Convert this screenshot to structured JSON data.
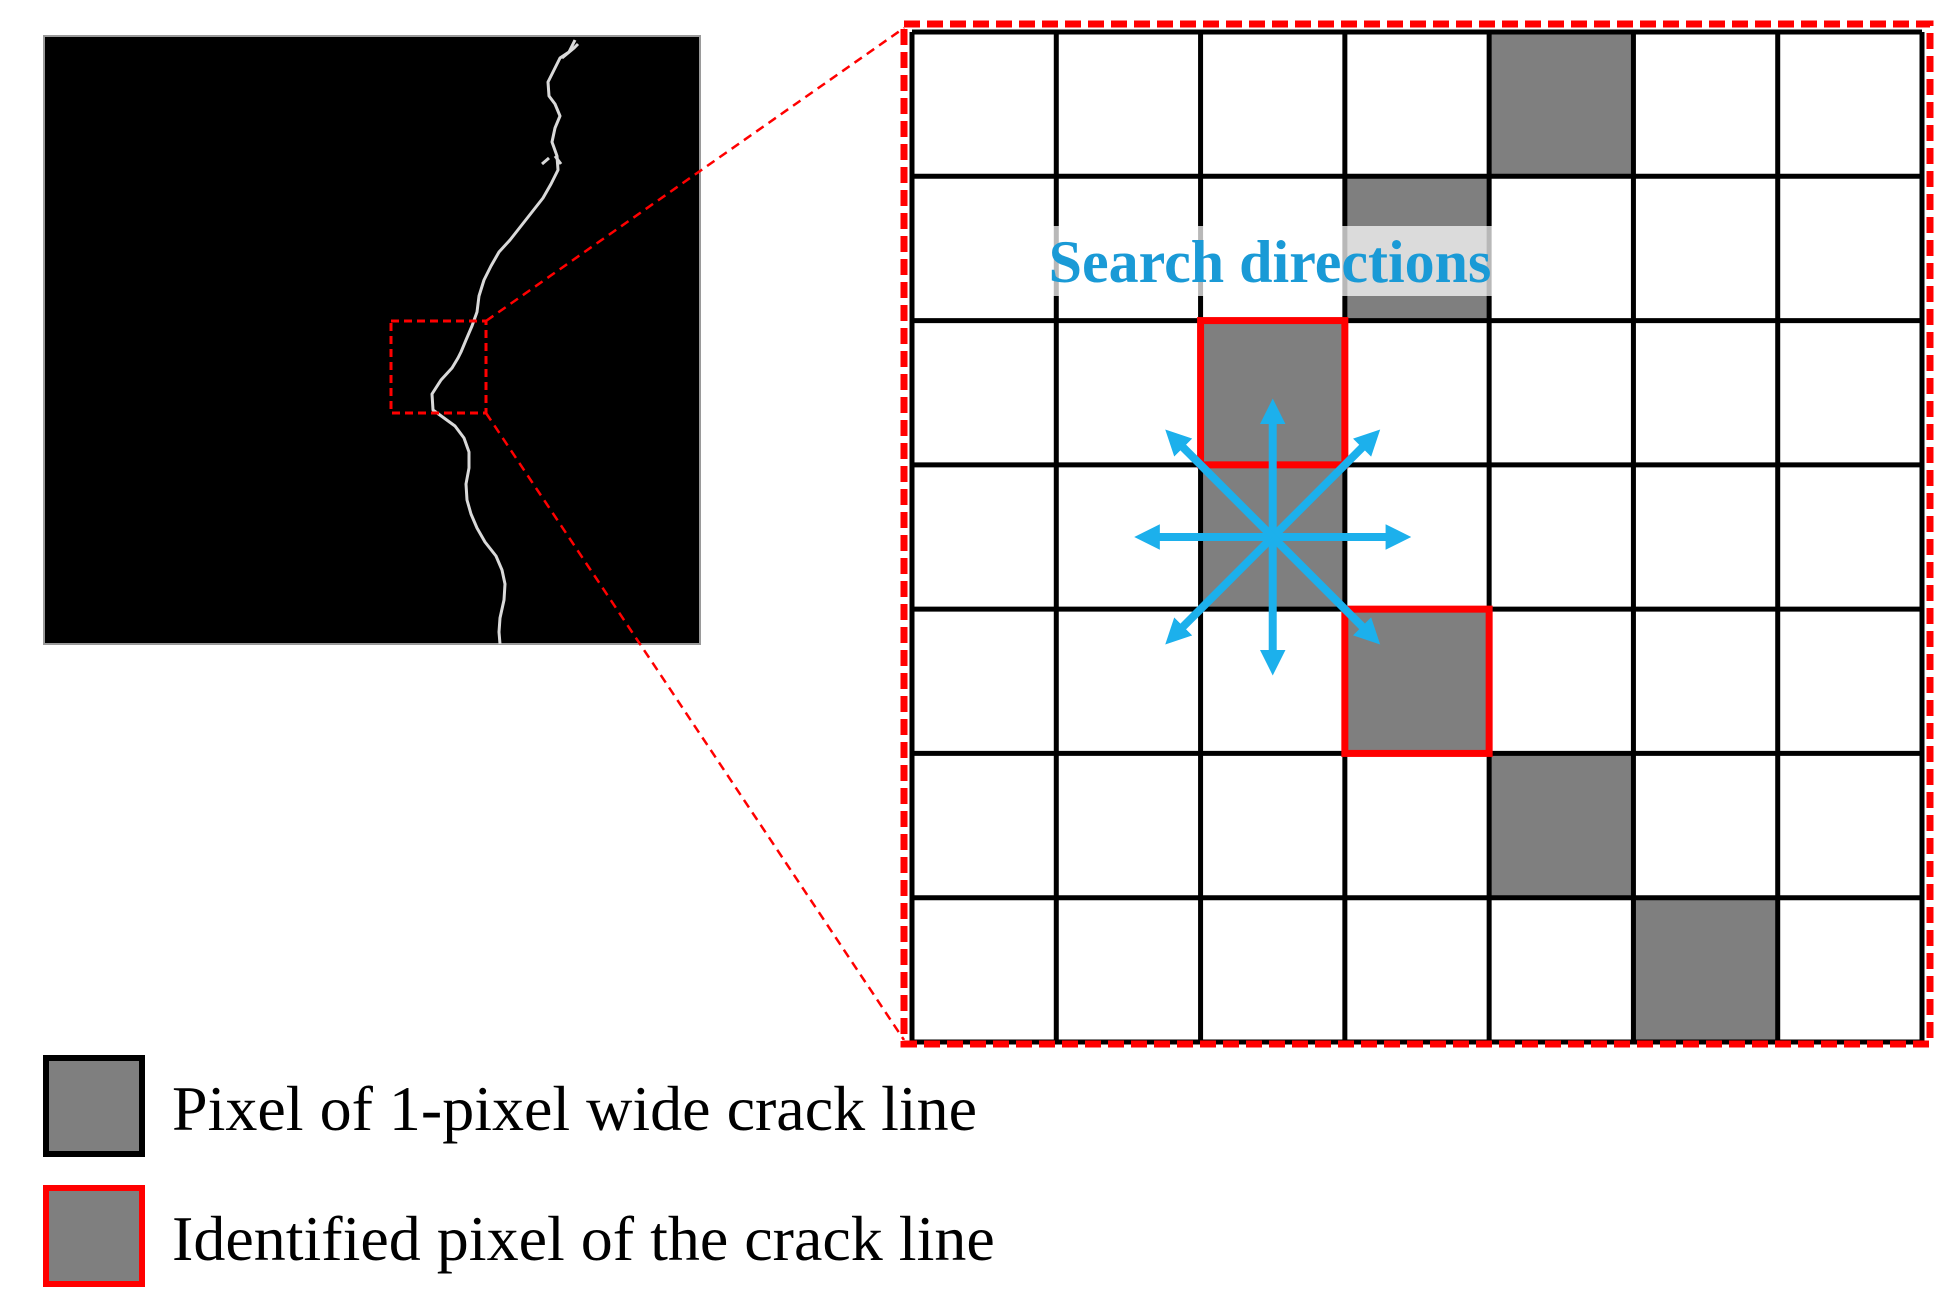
{
  "colors": {
    "background": "#ffffff",
    "crack_image_bg": "#000000",
    "crack_line": "#d9d9d9",
    "grid_line": "#000000",
    "pixel_fill": "#7f7f7f",
    "identified_border": "#ff0000",
    "zoom_dash": "#ff0000",
    "search_arrows": "#1cb0ec",
    "search_text": "#1a9ad6"
  },
  "grid": {
    "rows": 7,
    "cols": 7,
    "crack_pixels": [
      {
        "row": 0,
        "col": 4
      },
      {
        "row": 1,
        "col": 3
      },
      {
        "row": 2,
        "col": 2
      },
      {
        "row": 3,
        "col": 2
      },
      {
        "row": 4,
        "col": 3
      },
      {
        "row": 5,
        "col": 4
      },
      {
        "row": 6,
        "col": 5
      }
    ],
    "identified_pixels": [
      {
        "row": 2,
        "col": 2
      },
      {
        "row": 4,
        "col": 3
      }
    ],
    "search_origin": {
      "row": 3,
      "col": 2
    },
    "search_directions": [
      "N",
      "NE",
      "E",
      "SE",
      "S",
      "SW",
      "W",
      "NW"
    ]
  },
  "search_label": "Search directions",
  "legend": [
    {
      "label": "Pixel of 1-pixel wide crack line",
      "swatch_border": "#000000"
    },
    {
      "label": "Identified pixel of the crack line",
      "swatch_border": "#ff0000"
    }
  ]
}
